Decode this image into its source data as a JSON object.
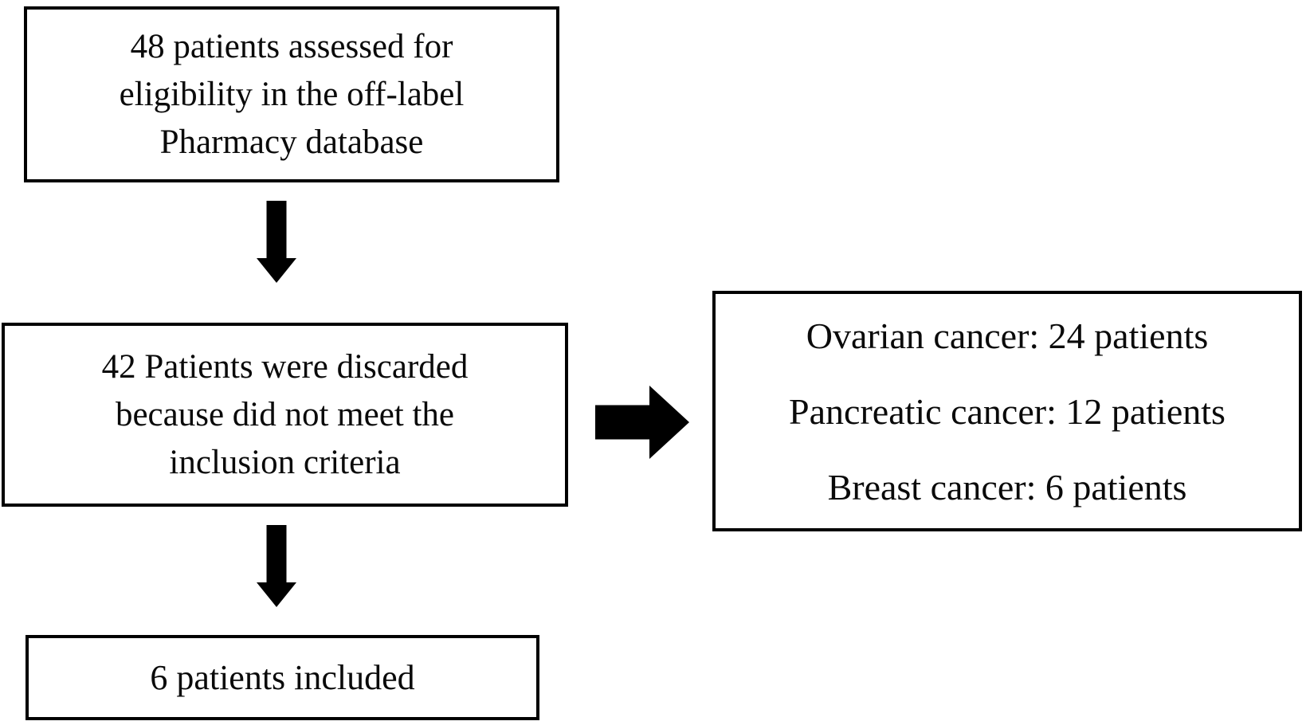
{
  "diagram": {
    "type": "flowchart",
    "background_color": "#ffffff",
    "box_border_color": "#000000",
    "box_fill_color": "#ffffff",
    "arrow_color": "#000000",
    "text_color": "#0a0a0a",
    "nodes": {
      "assessed": {
        "lines": [
          "48 patients assessed for",
          "eligibility in the off-label",
          "Pharmacy database"
        ]
      },
      "discarded": {
        "lines": [
          "42 Patients were discarded",
          "because did not meet the",
          "inclusion criteria"
        ]
      },
      "breakdown": {
        "lines": [
          "Ovarian cancer: 24 patients",
          "Pancreatic cancer: 12 patients",
          "Breast cancer: 6 patients"
        ]
      },
      "included": {
        "lines": [
          "6 patients included"
        ]
      }
    },
    "edges": [
      {
        "from": "assessed",
        "to": "discarded",
        "direction": "down"
      },
      {
        "from": "discarded",
        "to": "breakdown",
        "direction": "right"
      },
      {
        "from": "discarded",
        "to": "included",
        "direction": "down"
      }
    ],
    "counts": {
      "assessed": 48,
      "discarded": 42,
      "included": 6,
      "ovarian_cancer": 24,
      "pancreatic_cancer": 12,
      "breast_cancer": 6
    }
  }
}
